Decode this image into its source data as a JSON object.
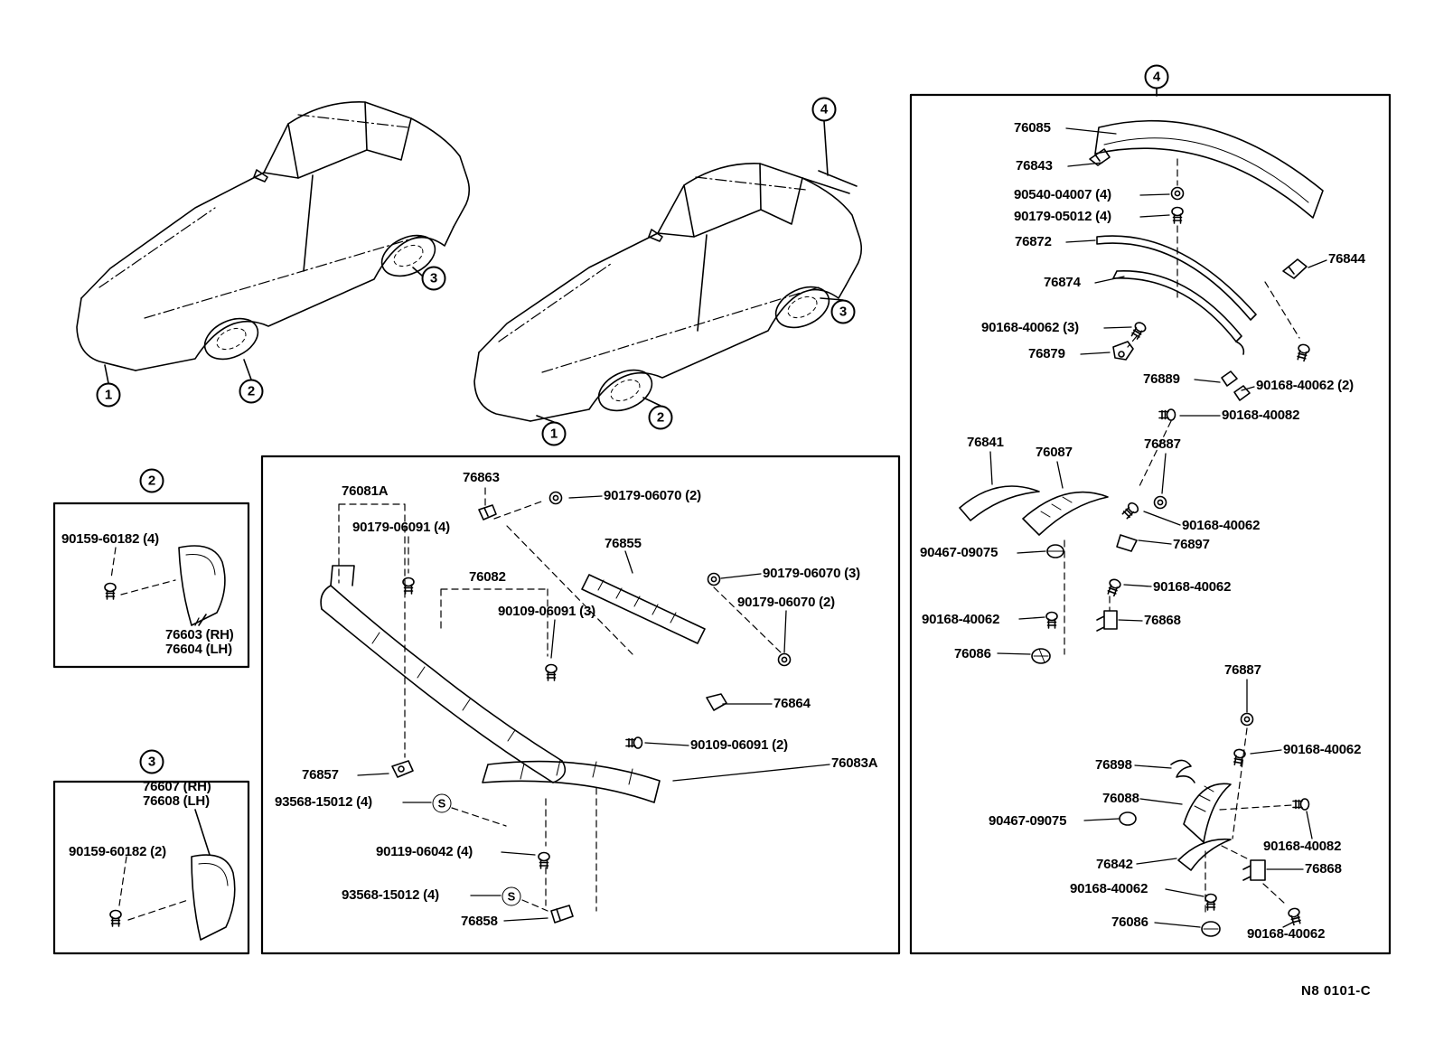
{
  "page": {
    "footer_code": "N8 0101-C",
    "bg_color": "#ffffff",
    "ink_color": "#000000"
  },
  "markers": {
    "n1": "1",
    "n2": "2",
    "n3": "3",
    "n4": "4"
  },
  "symbols": {
    "screw": "S"
  },
  "labels": {
    "spoiler": [
      "76085",
      "76843",
      "90540-04007 (4)",
      "90179-05012 (4)",
      "76872",
      "76874",
      "76844",
      "90168-40062 (3)",
      "76879",
      "76889",
      "90168-40062 (2)",
      "90168-40082",
      "76841",
      "76087",
      "76887",
      "90168-40062",
      "76897",
      "90467-09075",
      "90168-40062",
      "90168-40062",
      "76868",
      "76086",
      "76887",
      "90168-40062",
      "76898",
      "76088",
      "90467-09075",
      "90168-40082",
      "76842",
      "76868",
      "90168-40062",
      "76086",
      "90168-40062"
    ],
    "bumper": [
      "76081A",
      "76863",
      "90179-06070 (2)",
      "90179-06091 (4)",
      "76855",
      "76082",
      "90179-06070 (3)",
      "90109-06091 (3)",
      "90179-06070 (2)",
      "76864",
      "90109-06091 (2)",
      "76083A",
      "76857",
      "93568-15012 (4)",
      "90119-06042 (4)",
      "93568-15012 (4)",
      "76858"
    ],
    "mudguard_front": [
      "90159-60182 (4)",
      "76603 (RH)",
      "76604 (LH)"
    ],
    "mudguard_rear": [
      "76607 (RH)",
      "76608 (LH)",
      "90159-60182 (2)"
    ]
  }
}
